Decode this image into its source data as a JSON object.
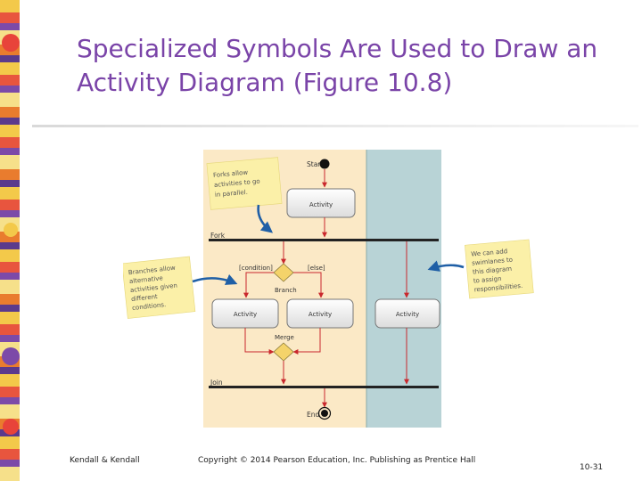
{
  "slide": {
    "title_line1": "Specialized Symbols Are Used to Draw an",
    "title_line2": "Activity Diagram (Figure 10.8)"
  },
  "diagram": {
    "start_label": "Start",
    "end_label": "End",
    "fork_label": "Fork",
    "join_label": "Join",
    "branch_label": "Branch",
    "merge_label": "Merge",
    "condition_label": "[condition]",
    "else_label": "[else]",
    "activities": [
      "Activity",
      "Activity",
      "Activity",
      "Activity"
    ],
    "notes": {
      "forks": [
        "Forks allow",
        "activities to go",
        "in parallel."
      ],
      "branches": [
        "Branches allow",
        "alternative",
        "activities given",
        "different",
        "conditions."
      ],
      "swimlanes": [
        "We can add",
        "swimlanes to",
        "this diagram",
        "to assign",
        "responsibilities."
      ]
    },
    "colors": {
      "swimlane_left": "#fbe9c6",
      "swimlane_right": "#b8d3d6",
      "flow_arrow": "#c9282d",
      "note_arrow": "#1f5fa6",
      "decision": "#f4d36a",
      "note": "#fbf0a8"
    }
  },
  "footer": {
    "left": "Kendall & Kendall",
    "center": "Copyright © 2014 Pearson Education, Inc. Publishing as Prentice Hall",
    "page": "10-31"
  }
}
